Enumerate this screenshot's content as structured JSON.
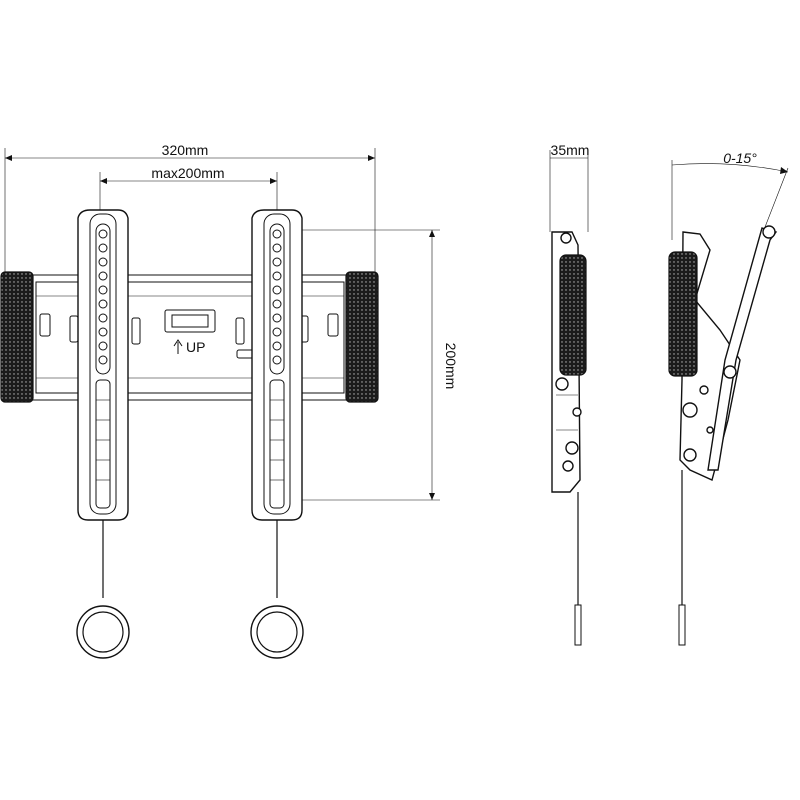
{
  "labels": {
    "width_overall": "320mm",
    "width_vesa": "max200mm",
    "height_vesa": "200mm",
    "depth": "35mm",
    "tilt": "0-15°",
    "up_marker": "UP"
  },
  "colors": {
    "ink": "#111111",
    "pad": "#1b1b1b",
    "background": "#ffffff"
  },
  "icons": {
    "up_arrow": "arrow-up-icon"
  }
}
